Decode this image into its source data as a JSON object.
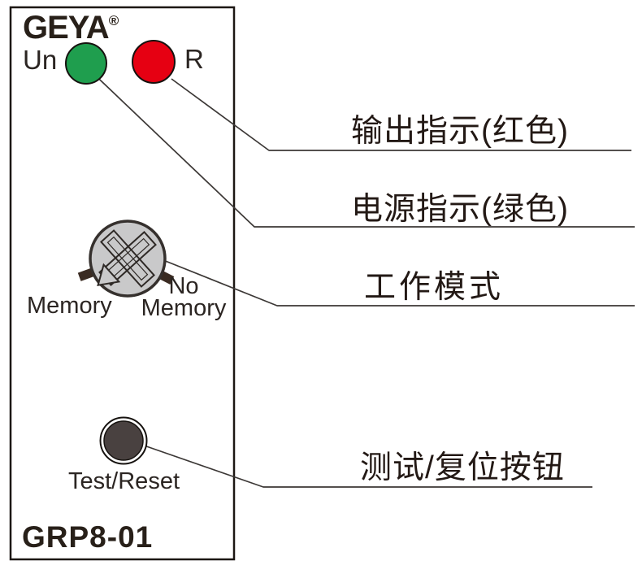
{
  "panel": {
    "brand": "GEYA",
    "registered_mark": "®",
    "power_led_label": "Un",
    "output_led_label": "R",
    "mode_left_label": "Memory",
    "mode_right_label": "No Memory",
    "button_label": "Test/Reset",
    "model": "GRP8-01"
  },
  "callouts": {
    "output_indicator": "输出指示(红色)",
    "power_indicator": "电源指示(绿色)",
    "work_mode": "工作模式",
    "test_reset_button": "测试/复位按钮"
  },
  "colors": {
    "led_green": "#1f9e4e",
    "led_red": "#e60012",
    "knob_fill": "#c9c9ca",
    "knob_tick": "#3a2b22",
    "button_fill": "#494140",
    "line": "#3c3836",
    "text": "#231915"
  }
}
